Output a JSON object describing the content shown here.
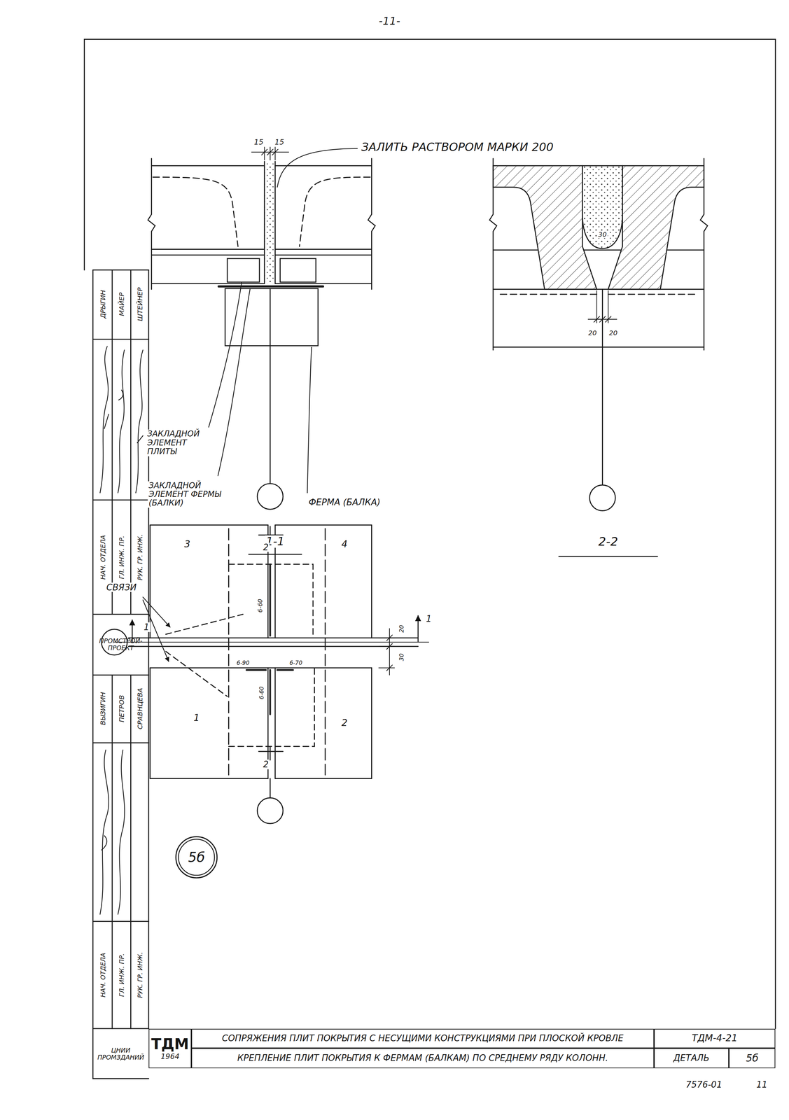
{
  "diagram": {
    "nodes": [
      {
        "text": [
          "5б"
        ]
      },
      {
        "text": [
          "ТДМ",
          "1964"
        ]
      },
      {
        "text": [
          "СОПРЯЖЕНИЯ ПЛИТ ПОКРЫТИЯ С НЕСУЩИМИ КОНСТРУКЦИЯМИ ПРИ ПЛОСКОЙ КРОВЛЕ"
        ]
      },
      {
        "text": [
          "ТДМ-4-21"
        ]
      },
      {
        "text": [
          "КРЕПЛЕНИЕ ПЛИТ ПОКРЫТИЯ К ФЕРМАМ (БАЛКАМ) ПО СРЕДНЕМУ РЯДУ КОЛОНН."
        ]
      },
      {
        "text": [
          "ДЕТАЛЬ"
        ]
      },
      {
        "text": [
          "5б"
        ]
      }
    ],
    "labels": [
      "-11-",
      "15",
      "15",
      "ЗАЛИТЬ РАСТВОРОМ МАРКИ 200",
      "ЗАКЛАДНОЙ ЭЛЕМЕНТ ПЛИТЫ",
      "ЗАКЛАДНОЙ ЭЛЕМЕНТ ФЕРМЫ (БАЛКИ)",
      "ФЕРМА (БАЛКА)",
      "1-1",
      "30",
      "20",
      "20",
      "2-2",
      "2",
      "3",
      "4",
      "СВЯЗИ",
      "6-60",
      "1",
      "1",
      "20",
      "30",
      "6-90",
      "6-60",
      "6-70",
      "1",
      "2",
      "2",
      "ДРЫГИН",
      "МАЙЕР",
      "ШТЕЙНЕР",
      "НАЧ. ОТДЕЛА",
      "ГЛ. ИНЖ. ПР.",
      "РУК. ГР. ИНЖ.",
      "ПРОМСТРОЙ- ПРОЕКТ",
      "ВЫЗИГИН",
      "ПЕТРОВ",
      "СРАВНЦЕВА",
      "НАЧ. ОТДЕЛА",
      "ГЛ. ИНЖ. ПР.",
      "РУК. ГР. ИНЖ.",
      "ЦНИИ ПРОМЗДАНИЙ",
      "7576-01",
      "11"
    ]
  }
}
